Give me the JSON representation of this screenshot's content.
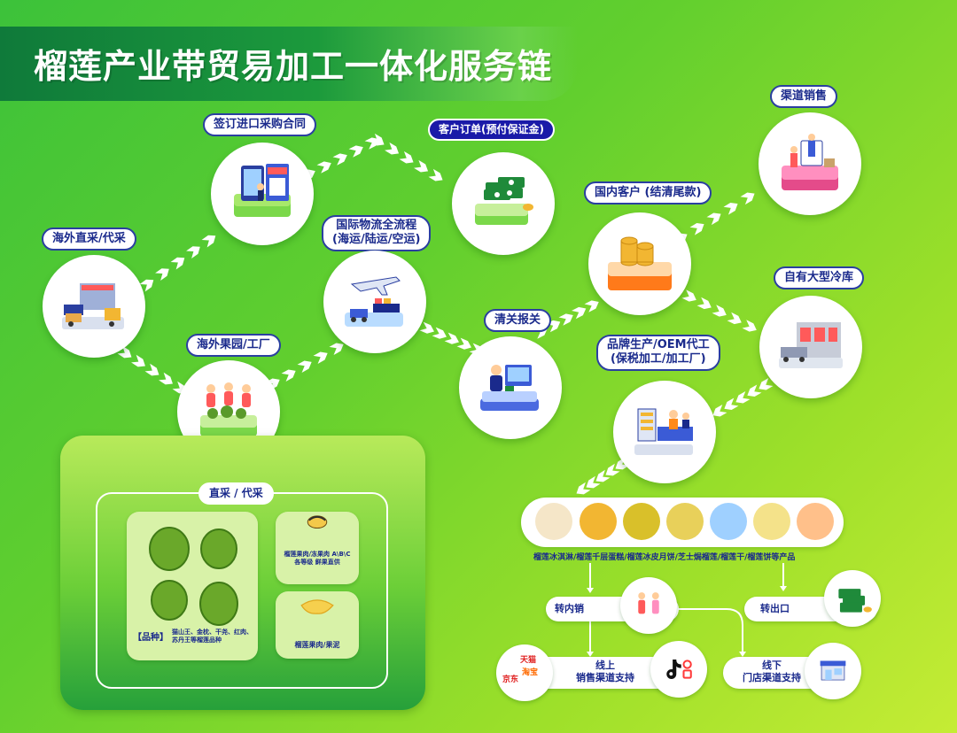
{
  "title": "榴莲产业带贸易加工一体化服务链",
  "nodes": {
    "sign_contract": "签订进口采购合同",
    "customer_order": "客户订单(预付保证金)",
    "channel_sales": "渠道销售",
    "overseas_purchase": "海外直采/代采",
    "logistics_line1": "国际物流全流程",
    "logistics_line2": "(海运/陆运/空运)",
    "domestic_customer": "国内客户 (结清尾款)",
    "own_cold_storage": "自有大型冷库",
    "customs": "清关报关",
    "orchard": "海外果园/工厂",
    "brand_line1": "品牌生产/OEM代工",
    "brand_line2": "(保税加工/加工厂)"
  },
  "panel": {
    "title": "直采 / 代采",
    "varieties_label": "【品种】",
    "varieties_text": "猫山王、金枕、干尧、红肉、苏丹王等榴莲品种",
    "card2_text": "榴莲果肉/冻果肉 A\\B\\C各等级 鲜果直供",
    "card3_text": "榴莲果肉/果泥"
  },
  "products": {
    "caption": "榴莲冰淇淋/榴莲千层蛋糕/榴莲冰皮月饼/芝士焗榴莲/榴莲干/榴莲饼等产品"
  },
  "distribution": {
    "domestic_sales": "转内销",
    "export_sales": "转出口",
    "online_line1": "线上",
    "online_line2": "销售渠道支持",
    "offline_line1": "线下",
    "offline_line2": "门店渠道支持",
    "jd_label": "京东",
    "tmall_label": "天猫",
    "taobao_label": "淘宝"
  },
  "colors": {
    "title_bg": "#0f7a3a",
    "pill_border": "#2a3fa0",
    "accent_blue": "#1a1aa8",
    "bg_green": "#62cf2e"
  }
}
